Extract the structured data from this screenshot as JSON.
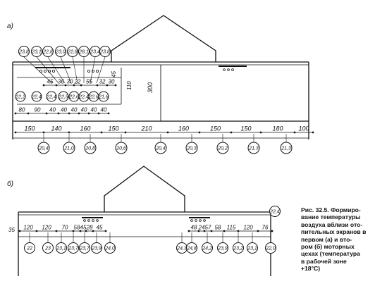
{
  "panel_a": {
    "label": "а)",
    "height_label": "300",
    "inner_height_labels": [
      "110",
      "45"
    ],
    "upper_circles": [
      "23,8",
      "23,1",
      "22,8",
      "23,0",
      "22,8",
      "28,1",
      "23,4",
      "23,8"
    ],
    "upper_dims": [
      "45",
      "36",
      "30",
      "22",
      "55",
      "32",
      "30"
    ],
    "lower_circles": [
      "22,2",
      "22,4",
      "22,4",
      "22,5",
      "22,6",
      "22,4",
      "22,6",
      "21,6"
    ],
    "lower_dims": [
      "80",
      "90",
      "40",
      "40",
      "40",
      "40",
      "40",
      "40"
    ],
    "floor_dims": [
      "150",
      "140",
      "160",
      "150",
      "210",
      "160",
      "150",
      "150",
      "180",
      "100"
    ],
    "floor_circles": [
      "20,4",
      "21,0",
      "20,8",
      "20,6",
      "20,4",
      "20,3",
      "20,2",
      "21,3",
      "21,3"
    ]
  },
  "panel_b": {
    "label": "б)",
    "left_start_dim": "35",
    "left_dims": [
      "120",
      "120",
      "70",
      "58",
      "45",
      "28",
      "45"
    ],
    "left_circles": [
      "22",
      "23",
      "23,1",
      "23,7",
      "23,7",
      "23,9",
      "24,0"
    ],
    "right_dims": [
      "48",
      "24",
      "57",
      "58",
      "115",
      "120",
      "76"
    ],
    "right_circles": [
      "24,3",
      "24,8",
      "24,2",
      "23,9",
      "23,2",
      "23,1",
      "22,0",
      "22,4"
    ]
  },
  "caption": {
    "lines": [
      "Рис. 32.5. Формиро-",
      "вание температуры",
      "воздуха вблизи ото-",
      "пительных экранов в",
      "первом (а) и вто-",
      "ром (б) моторных",
      "цехах (температура",
      "в рабочей зоне",
      "+18°С)"
    ]
  }
}
